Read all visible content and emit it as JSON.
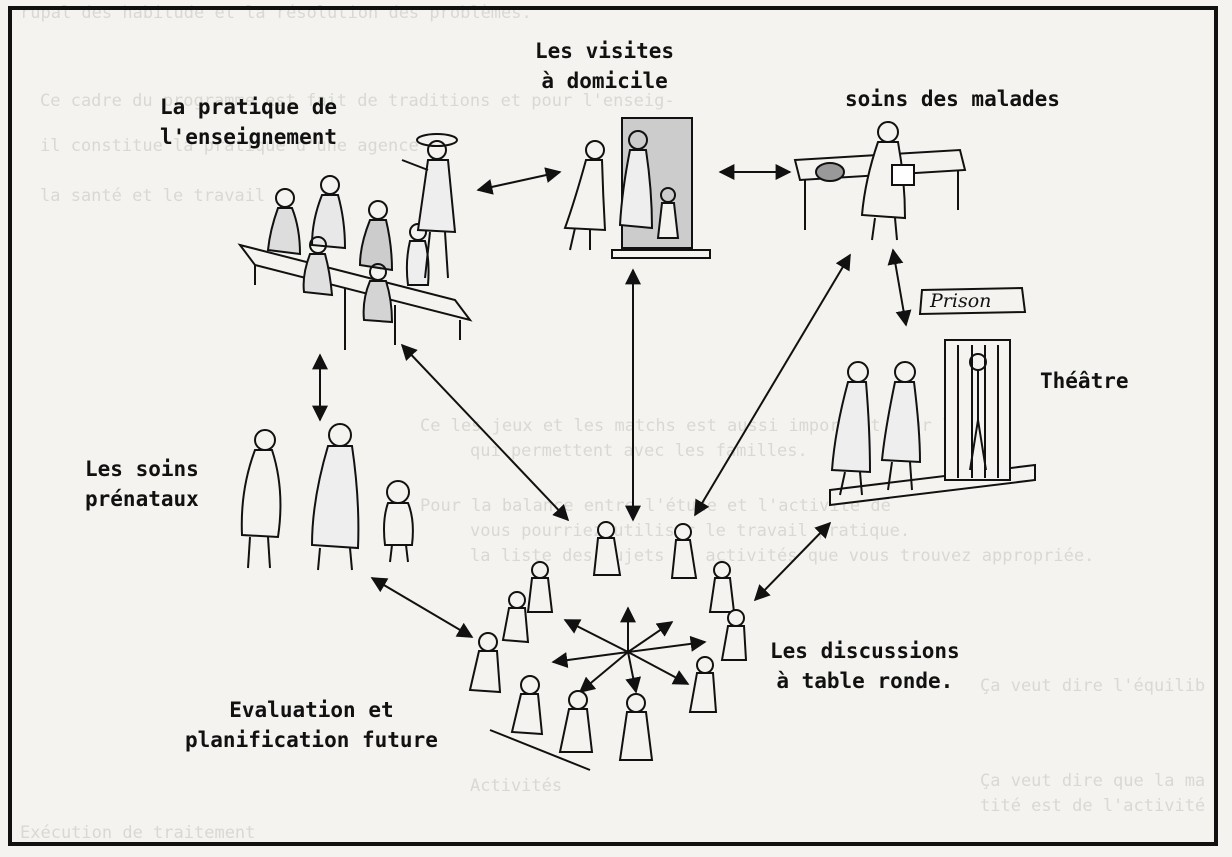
{
  "labels": {
    "home_visits": [
      "Les visites",
      "à domicile"
    ],
    "teaching": [
      "La pratique de",
      "l'enseignement"
    ],
    "patient_care": "soins des malades",
    "prison_sign": "Prison",
    "theatre": "Théâtre",
    "prenatal": [
      "Les soins",
      "prénataux"
    ],
    "round_table": [
      "Les discussions",
      "à table ronde."
    ],
    "evaluation": [
      "Evaluation et",
      "planification future"
    ]
  },
  "ghost_text": [
    "rupal des habitude et la résolution des problèmes.",
    "Ce cadre du programme est fait de traditions et pour l'enseig-",
    "il constitue la pratique d'une agence",
    "la santé et le travail",
    "Ce les jeux et les matchs est aussi important pour la",
    "qui permettent avec les familles.",
    "Pour la balance entre l'étude et l'activité de",
    "vous pourriez utiliser le travail pratique.",
    "la liste des sujets ou activités que vous trouvez appropriée.",
    "Ça veut dire l'équilib",
    "Ça veut dire que la ma",
    "tité est de l'activité",
    "Activités",
    "Exécution de traitement"
  ]
}
